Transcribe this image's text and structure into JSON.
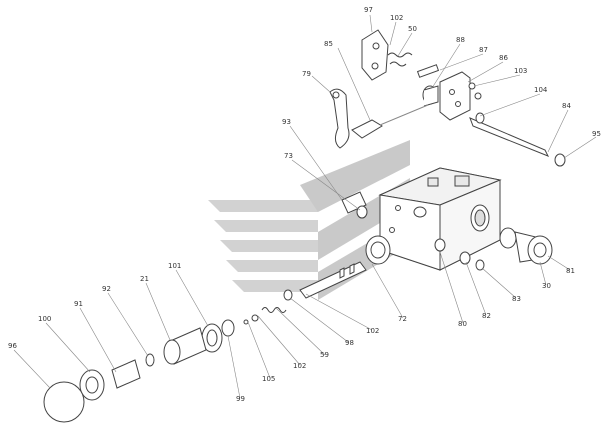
{
  "diagram": {
    "labels": [
      {
        "id": "l97",
        "text": "97"
      },
      {
        "id": "l102",
        "text": "102"
      },
      {
        "id": "l50",
        "text": "50"
      },
      {
        "id": "l88",
        "text": "88"
      },
      {
        "id": "l87",
        "text": "87"
      },
      {
        "id": "l86",
        "text": "86"
      },
      {
        "id": "l85",
        "text": "85"
      },
      {
        "id": "l103",
        "text": "103"
      },
      {
        "id": "l104",
        "text": "104"
      },
      {
        "id": "l84",
        "text": "84"
      },
      {
        "id": "l95",
        "text": "95"
      },
      {
        "id": "l79",
        "text": "79"
      },
      {
        "id": "l93",
        "text": "93"
      },
      {
        "id": "l73",
        "text": "73"
      },
      {
        "id": "l101",
        "text": "101"
      },
      {
        "id": "l21",
        "text": "21"
      },
      {
        "id": "l92",
        "text": "92"
      },
      {
        "id": "l91",
        "text": "91"
      },
      {
        "id": "l100",
        "text": "100"
      },
      {
        "id": "l96",
        "text": "96"
      },
      {
        "id": "l105",
        "text": "105"
      },
      {
        "id": "l99",
        "text": "99"
      },
      {
        "id": "l102b",
        "text": "102"
      },
      {
        "id": "l59",
        "text": "59"
      },
      {
        "id": "l98",
        "text": "98"
      },
      {
        "id": "l102c",
        "text": "102"
      },
      {
        "id": "l72",
        "text": "72"
      },
      {
        "id": "l80",
        "text": "80"
      },
      {
        "id": "l82",
        "text": "82"
      },
      {
        "id": "l83",
        "text": "83"
      },
      {
        "id": "l30",
        "text": "30"
      },
      {
        "id": "l81",
        "text": "81"
      }
    ],
    "colors": {
      "line": "#444444",
      "light": "#888888",
      "watermark": "#c4c4c4",
      "watermark_dark": "#b0b0b0"
    }
  }
}
